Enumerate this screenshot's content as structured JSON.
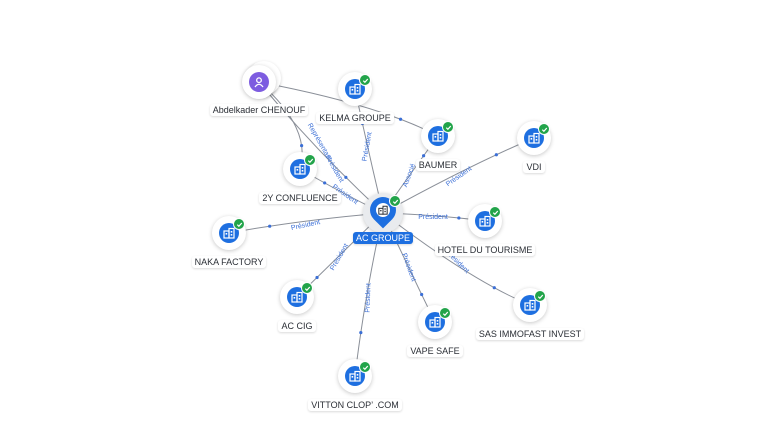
{
  "center": {
    "name": "AC GROUPE",
    "icon": "company-pin-icon",
    "verified": true
  },
  "person": {
    "name": "Abdelkader CHENOUF",
    "icon": "person-icon"
  },
  "companies": [
    {
      "id": "kelma",
      "name": "KELMA GROUPE",
      "verified": true
    },
    {
      "id": "baumer",
      "name": "BAUMER",
      "verified": true
    },
    {
      "id": "vdi",
      "name": "VDI",
      "verified": true
    },
    {
      "id": "2y",
      "name": "2Y CONFLUENCE",
      "verified": true
    },
    {
      "id": "hotel",
      "name": "HOTEL DU TOURISME",
      "verified": true
    },
    {
      "id": "naka",
      "name": "NAKA FACTORY",
      "verified": true
    },
    {
      "id": "immofast",
      "name": "SAS IMMOFAST INVEST",
      "verified": true
    },
    {
      "id": "accig",
      "name": "AC CIG",
      "verified": true
    },
    {
      "id": "vape",
      "name": "VAPE SAFE",
      "verified": true
    },
    {
      "id": "vitton",
      "name": "VITTON CLOP’ .COM",
      "verified": true
    }
  ],
  "edges": [
    {
      "from": "ac",
      "to": "kelma",
      "label": "Président"
    },
    {
      "from": "ac",
      "to": "baumer",
      "label": "Associé"
    },
    {
      "from": "ac",
      "to": "vdi",
      "label": "Président"
    },
    {
      "from": "ac",
      "to": "2y",
      "label": "Président"
    },
    {
      "from": "ac",
      "to": "hotel",
      "label": "Président"
    },
    {
      "from": "ac",
      "to": "naka",
      "label": "Président"
    },
    {
      "from": "ac",
      "to": "immofast",
      "label": "Président"
    },
    {
      "from": "ac",
      "to": "accig",
      "label": "Président"
    },
    {
      "from": "ac",
      "to": "vape",
      "label": "Président"
    },
    {
      "from": "ac",
      "to": "vitton",
      "label": "Président"
    },
    {
      "from": "person",
      "to": "ac",
      "label": "Président"
    },
    {
      "from": "person",
      "to": "2y",
      "label": "Représentant"
    },
    {
      "from": "person",
      "to": "baumer",
      "label": ""
    }
  ],
  "colors": {
    "accent": "#1e6fe0",
    "verified": "#22a44a",
    "person": "#7d5ce0",
    "edge_label": "#3b6fd6"
  }
}
